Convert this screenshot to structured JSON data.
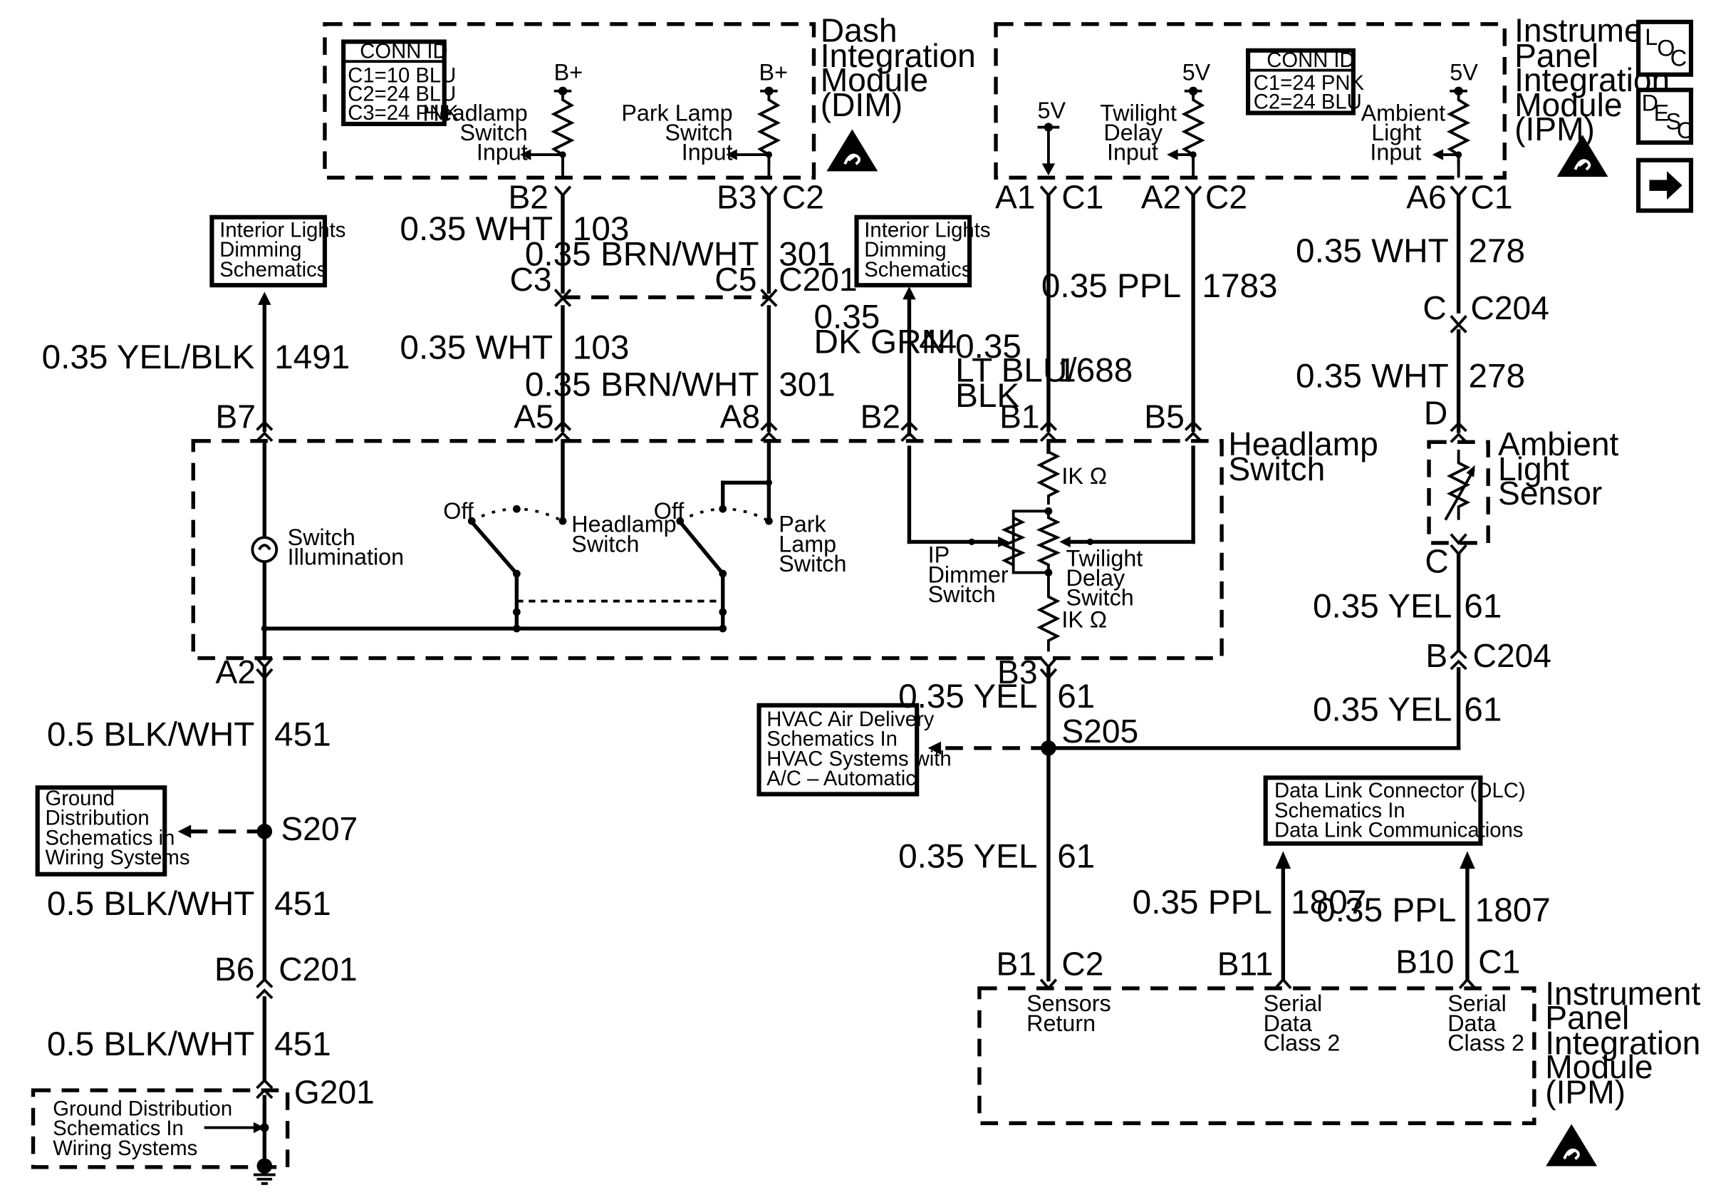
{
  "modules": {
    "dim": {
      "lines": [
        "Dash",
        "Integration",
        "Module",
        "(DIM)"
      ]
    },
    "ipm_top": {
      "lines": [
        "Instrument",
        "Panel",
        "Integration",
        "Module",
        "(IPM)"
      ]
    },
    "ipm_bottom": {
      "lines": [
        "Instrument",
        "Panel",
        "Integration",
        "Module",
        "(IPM)"
      ]
    },
    "headlamp_switch": {
      "lines": [
        "Headlamp",
        "Switch"
      ]
    },
    "ambient_sensor": {
      "lines": [
        "Ambient",
        "Light",
        "Sensor"
      ]
    }
  },
  "conn_id_boxes": {
    "dim": {
      "title": "CONN ID",
      "rows": [
        "C1=10 BLU",
        "C2=24 BLU",
        "C3=24 PNK"
      ]
    },
    "ipm": {
      "title": "CONN ID",
      "rows": [
        "C1=24 PNK",
        "C2=24 BLU"
      ]
    }
  },
  "nav_icons": {
    "loc": [
      "L",
      "O",
      "C"
    ],
    "desc": [
      "D",
      "E",
      "S",
      "C"
    ],
    "next": "→"
  },
  "module_inputs": {
    "headlamp_input": {
      "supply": "B+",
      "lines": [
        "Headlamp",
        "Switch",
        "Input"
      ]
    },
    "park_input": {
      "supply": "B+",
      "lines": [
        "Park Lamp",
        "Switch",
        "Input"
      ]
    },
    "ipm_5v": {
      "supply": "5V"
    },
    "twilight_input": {
      "supply": "5V",
      "lines": [
        "Twilight",
        "Delay",
        "Input"
      ]
    },
    "ambient_input": {
      "supply": "5V",
      "lines": [
        "Ambient",
        "Light",
        "Input"
      ]
    }
  },
  "reference_boxes": {
    "interior_left": {
      "lines": [
        "Interior Lights",
        "Dimming",
        "Schematics"
      ]
    },
    "interior_mid": {
      "lines": [
        "Interior Lights",
        "Dimming",
        "Schematics"
      ]
    },
    "hvac": {
      "lines": [
        "HVAC Air Delivery",
        "Schematics In",
        "HVAC Systems with",
        "A/C – Automatic"
      ]
    },
    "ground_dist": {
      "lines": [
        "Ground",
        "Distribution",
        "Schematics in",
        "Wiring Systems"
      ]
    },
    "ground_g201": {
      "lines": [
        "Ground Distribution",
        "Schematics In",
        "Wiring Systems"
      ]
    },
    "dlc": {
      "lines": [
        "Data Link Connector (DLC)",
        "Schematics In",
        "Data Link Communications"
      ]
    }
  },
  "pins": {
    "b2_dim": "B2",
    "b3_dim": "B3",
    "c2_dim": "C2",
    "c3_c201": "C3",
    "c5_c201": "C5",
    "c201_top": "C201",
    "a1_ipm": "A1",
    "c1_a1": "C1",
    "a2_ipm": "A2",
    "c2_a2": "C2",
    "a6_ipm": "A6",
    "c1_a6": "C1",
    "b7": "B7",
    "a5": "A5",
    "a8": "A8",
    "b2_sw": "B2",
    "b1_sw": "B1",
    "b5_sw": "B5",
    "a2_sw": "A2",
    "b3_sw": "B3",
    "c_c204_top": "C",
    "c204_top": "C204",
    "d_sensor": "D",
    "c_sensor": "C",
    "b_c204": "B",
    "c204_bottom": "C204",
    "b6": "B6",
    "c201_bottom": "C201",
    "g201": "G201",
    "s205": "S205",
    "s207": "S207",
    "b1_ipm": "B1",
    "c2_ipm": "C2",
    "b11_ipm": "B11",
    "b10_ipm": "B10",
    "c1_ipm": "C1"
  },
  "wires": {
    "w103_top": {
      "gauge": "0.35 WHT",
      "circuit": "103"
    },
    "w103_bot": {
      "gauge": "0.35 WHT",
      "circuit": "103"
    },
    "w301_top": {
      "gauge": "0.35 BRN/WHT",
      "circuit": "301"
    },
    "w301_bot": {
      "gauge": "0.35 BRN/WHT",
      "circuit": "301"
    },
    "w1491": {
      "gauge": "0.35 YEL/BLK",
      "circuit": "1491"
    },
    "w44": {
      "gauge_lines": [
        "0.35",
        "DK GRN"
      ],
      "circuit": "44"
    },
    "w1688": {
      "gauge_lines": [
        "0.35",
        "LT BLU/",
        "BLK"
      ],
      "circuit": "1688"
    },
    "w1783": {
      "gauge": "0.35 PPL",
      "circuit": "1783"
    },
    "w278_top": {
      "gauge": "0.35 WHT",
      "circuit": "278"
    },
    "w278_bot": {
      "gauge": "0.35 WHT",
      "circuit": "278"
    },
    "w61_sensor": {
      "gauge": "0.35 YEL",
      "circuit": "61"
    },
    "w61_c204": {
      "gauge": "0.35 YEL",
      "circuit": "61"
    },
    "w61_b3": {
      "gauge": "0.35 YEL",
      "circuit": "61"
    },
    "w61_return": {
      "gauge": "0.35 YEL",
      "circuit": "61"
    },
    "w451_a": {
      "gauge": "0.5 BLK/WHT",
      "circuit": "451"
    },
    "w451_b": {
      "gauge": "0.5 BLK/WHT",
      "circuit": "451"
    },
    "w451_c": {
      "gauge": "0.5 BLK/WHT",
      "circuit": "451"
    },
    "w1807_a": {
      "gauge": "0.35 PPL",
      "circuit": "1807"
    },
    "w1807_b": {
      "gauge": "0.35 PPL",
      "circuit": "1807"
    }
  },
  "switch_labels": {
    "illumination": [
      "Switch",
      "Illumination"
    ],
    "off_1": "Off",
    "headlamp_switch": [
      "Headlamp",
      "Switch"
    ],
    "off_2": "Off",
    "park_lamp_switch": [
      "Park",
      "Lamp",
      "Switch"
    ],
    "ip_dimmer": [
      "IP",
      "Dimmer",
      "Switch"
    ],
    "twilight_delay": [
      "Twilight",
      "Delay",
      "Switch"
    ],
    "resistor_top": "IK Ω",
    "resistor_bottom": "IK Ω"
  },
  "ipm_pins_labels": {
    "sensors_return": [
      "Sensors",
      "Return"
    ],
    "serial_a": [
      "Serial",
      "Data",
      "Class 2"
    ],
    "serial_b": [
      "Serial",
      "Data",
      "Class 2"
    ]
  }
}
